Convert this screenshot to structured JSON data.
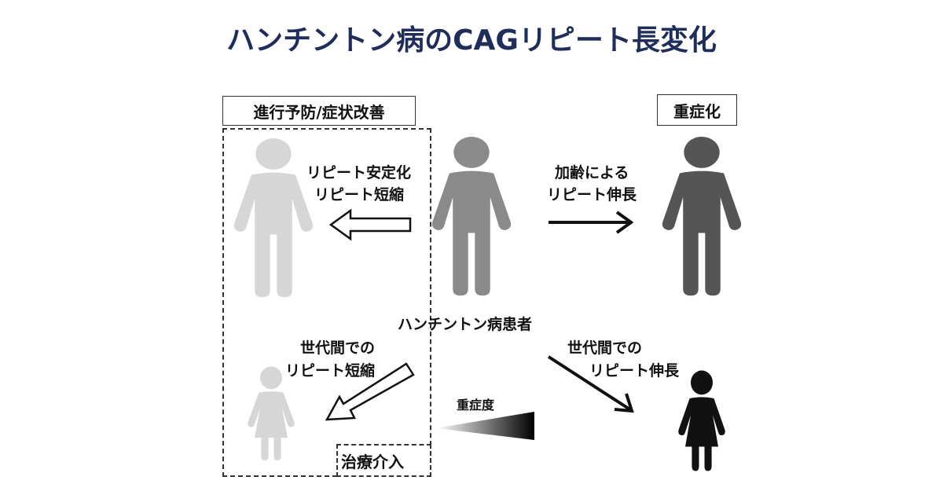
{
  "title": "ハンチントン病のCAGリピート長変化",
  "labels": {
    "prevention_box": "進行予防/症状改善",
    "severe_box": "重症化",
    "treatment_box": "治療介入",
    "stabilize_line1": "リピート安定化",
    "stabilize_line2": "リピート短縮",
    "aging_line1": "加齢による",
    "aging_line2": "リピート伸長",
    "patient": "ハンチントン病患者",
    "gen_short_line1": "世代間での",
    "gen_short_line2": "リピート短縮",
    "gen_expand_line1": "世代間での",
    "gen_expand_line2": "リピート伸長",
    "severity": "重症度"
  },
  "colors": {
    "title": "#1f2d5a",
    "improved": "#d6d6d6",
    "patient": "#8a8a8a",
    "severe": "#555555",
    "child_severe": "#111111"
  }
}
